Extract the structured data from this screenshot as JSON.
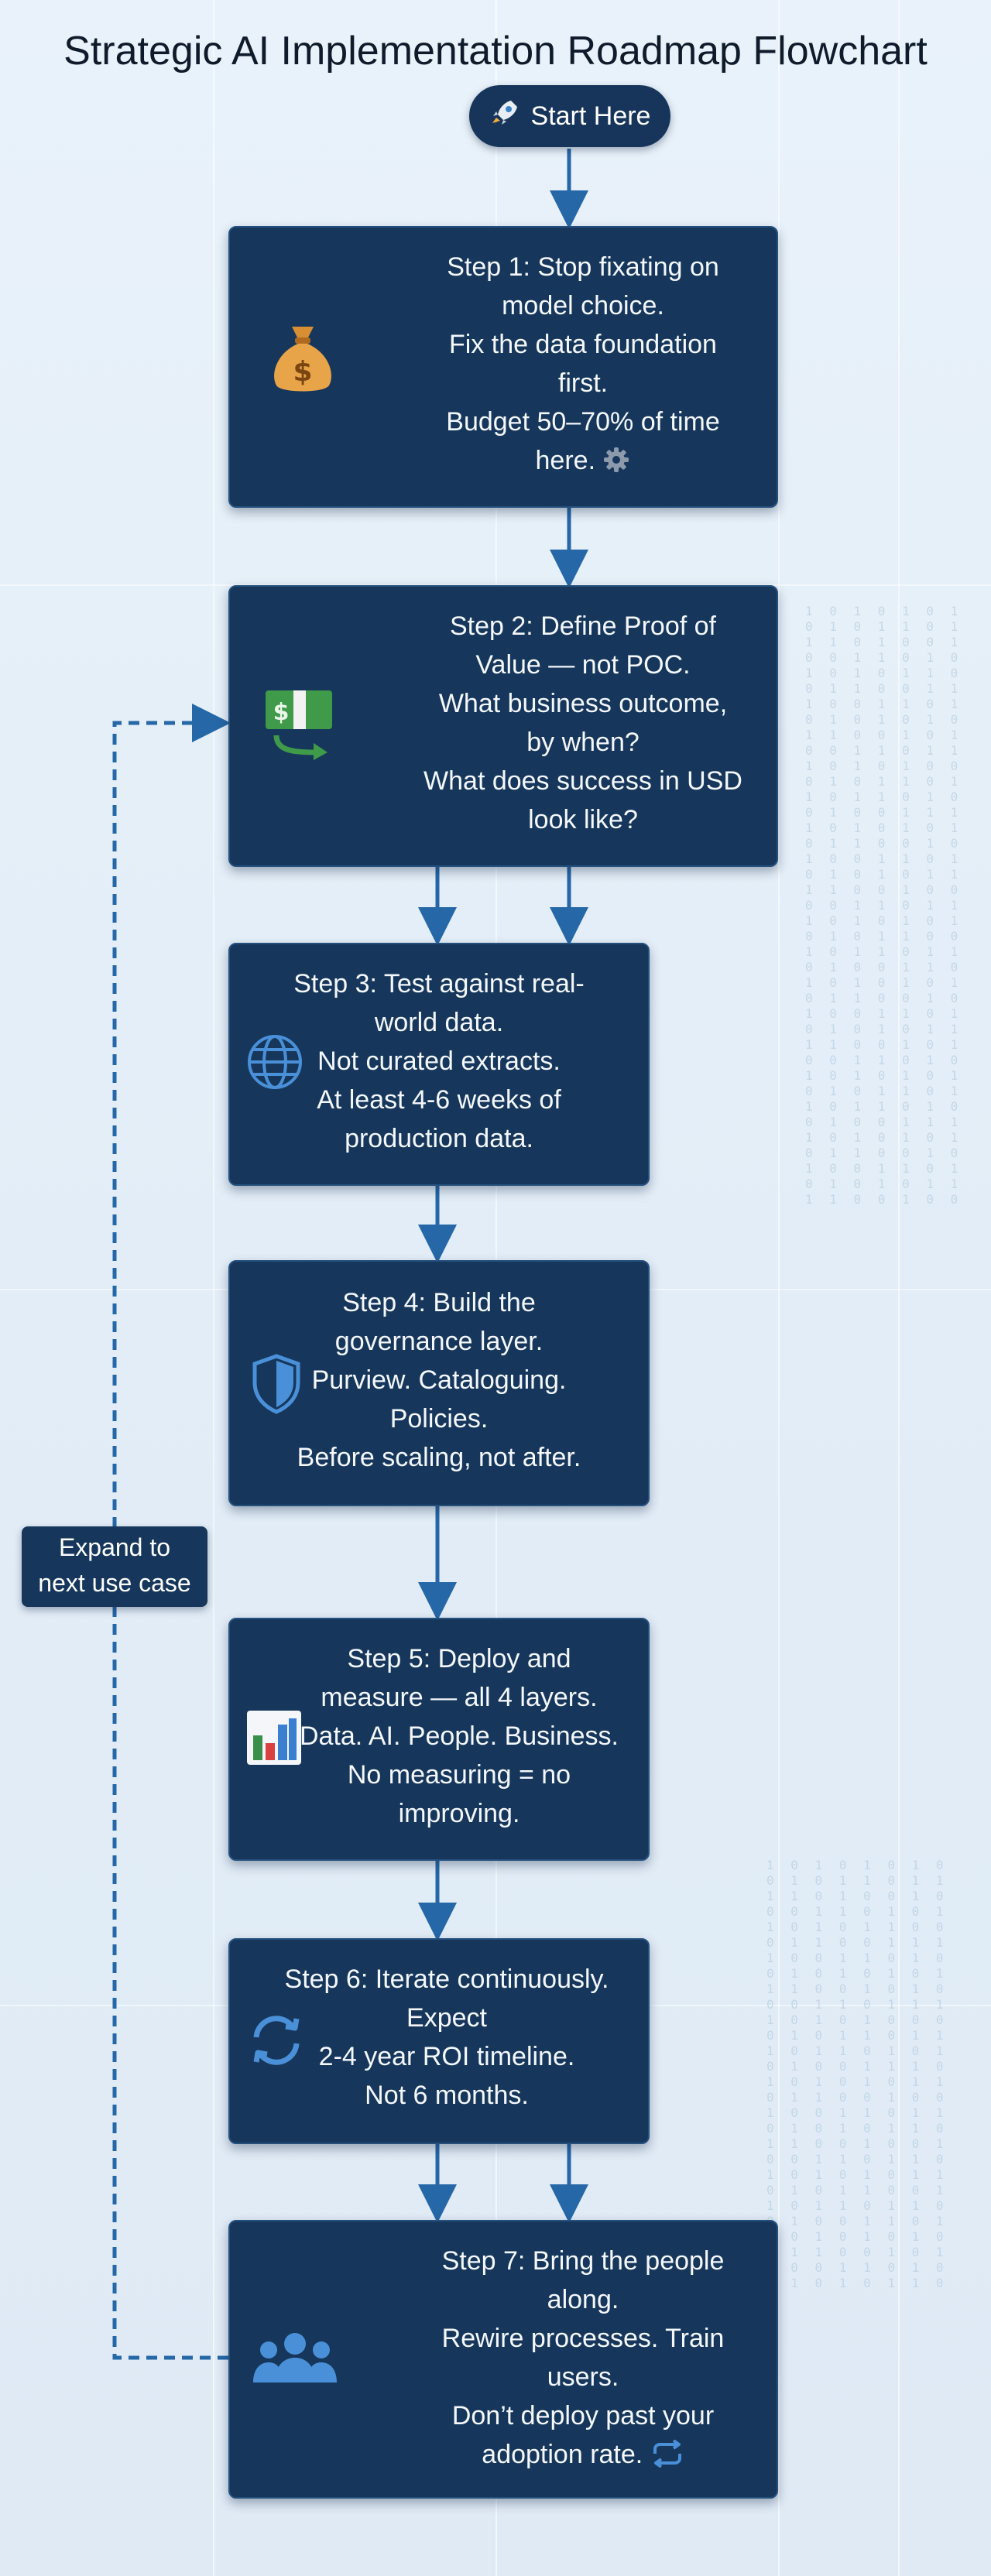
{
  "title": "Strategic AI Implementation Roadmap Flowchart",
  "start": {
    "label": "Start Here",
    "icon": "rocket-icon"
  },
  "steps": [
    {
      "icon": "money-bag-icon",
      "lines": [
        "Step 1: Stop fixating on",
        "model choice.",
        "Fix the data foundation",
        "first.",
        "Budget 50–70% of time",
        "here."
      ],
      "trailing_icon": "gear-icon"
    },
    {
      "icon": "cash-transfer-icon",
      "lines": [
        "Step 2: Define Proof of",
        "Value — not POC.",
        "What business outcome,",
        "by when?",
        "What does success in USD",
        "look like?"
      ]
    },
    {
      "icon": "globe-icon",
      "lines": [
        "Step 3: Test against real-",
        "world data.",
        "Not curated extracts.",
        "At least 4-6 weeks of",
        "production data."
      ]
    },
    {
      "icon": "shield-icon",
      "lines": [
        "Step 4: Build the",
        "governance layer.",
        "Purview. Cataloguing.",
        "Policies.",
        "Before scaling, not after."
      ]
    },
    {
      "icon": "bar-chart-icon",
      "lines": [
        "Step 5: Deploy and",
        "measure — all 4 layers.",
        "Data. AI. People. Business.",
        "No measuring = no",
        "improving."
      ]
    },
    {
      "icon": "refresh-icon",
      "lines": [
        "Step 6: Iterate continuously.",
        "Expect",
        "2-4 year ROI timeline.",
        "Not 6 months."
      ]
    },
    {
      "icon": "people-icon",
      "lines": [
        "Step 7: Bring the people",
        "along.",
        "Rewire processes. Train",
        "users.",
        "Don’t deploy past your",
        "adoption rate."
      ],
      "trailing_icon": "cycle-arrows-icon"
    }
  ],
  "loop_label": {
    "lines": [
      "Expand to",
      "next use case"
    ]
  },
  "colors": {
    "box": "#16375b",
    "arrow": "#2567a7",
    "background": "#e4eef8",
    "text": "#ffffff"
  }
}
